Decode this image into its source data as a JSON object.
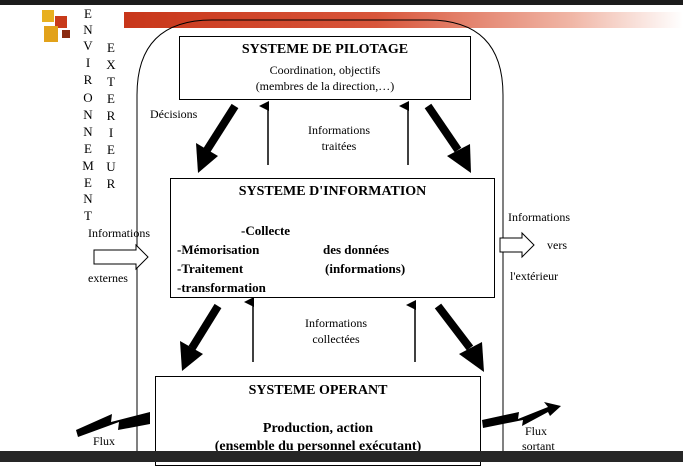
{
  "environment": {
    "col1": [
      "E",
      "N",
      "V",
      "I",
      "R",
      "O",
      "N",
      "N",
      "E",
      "M",
      "E",
      "N",
      "T"
    ],
    "col2": [
      "E",
      "X",
      "T",
      "E",
      "R",
      "I",
      "E",
      "U",
      "R"
    ]
  },
  "pilotage": {
    "title": "SYSTEME DE PILOTAGE",
    "line1": "Coordination, objectifs",
    "line2": "(membres de la direction,…)"
  },
  "labels": {
    "decisions": "Décisions",
    "info_traitees_1": "Informations",
    "info_traitees_2": "traitées",
    "info_collectees_1": "Informations",
    "info_collectees_2": "collectées",
    "info_in_1": "Informations",
    "info_in_2": "externes",
    "info_out_1": "Informations",
    "info_out_2": "vers",
    "info_out_3": "l'extérieur",
    "flux_in": "Flux",
    "flux_out_1": "Flux",
    "flux_out_2": "sortant"
  },
  "information": {
    "title": "SYSTEME D'INFORMATION",
    "collecte": "-Collecte",
    "memorisation": "-Mémorisation",
    "traitement": "-Traitement",
    "transformation": "-transformation",
    "des_donnees": "des données",
    "informations": "(informations)"
  },
  "operant": {
    "title": "SYSTEME OPERANT",
    "line1": "Production, action",
    "line2": "(ensemble du personnel exécutant)"
  }
}
